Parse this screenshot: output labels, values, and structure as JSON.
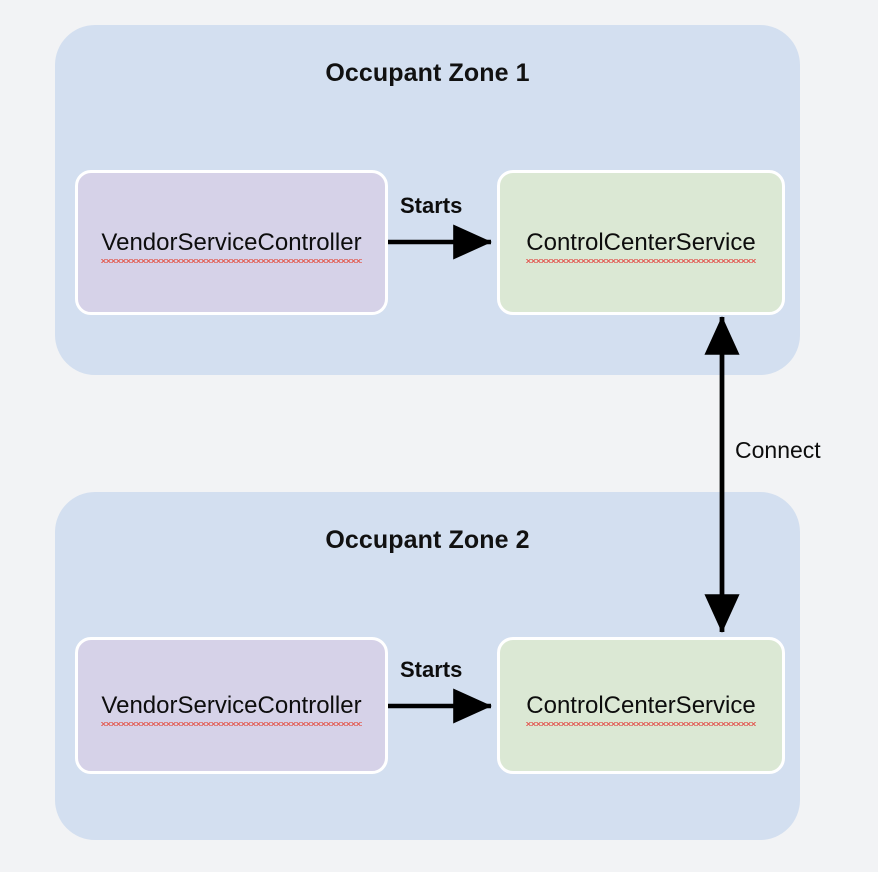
{
  "diagram": {
    "type": "architecture-block-diagram",
    "background_color": "#f2f3f5",
    "zones": [
      {
        "id": "zone-1",
        "title": "Occupant Zone 1",
        "color": "#d3dff0",
        "nodes": [
          {
            "id": "node-vendor-1",
            "label": "VendorServiceController",
            "color": "#d6d2e8",
            "spellcheck_underline": true
          },
          {
            "id": "node-control-1",
            "label": "ControlCenterService",
            "color": "#dbe8d4",
            "spellcheck_underline": true
          }
        ]
      },
      {
        "id": "zone-2",
        "title": "Occupant Zone 2",
        "color": "#d3dff0",
        "nodes": [
          {
            "id": "node-vendor-2",
            "label": "VendorServiceController",
            "color": "#d6d2e8",
            "spellcheck_underline": true
          },
          {
            "id": "node-control-2",
            "label": "ControlCenterService",
            "color": "#dbe8d4",
            "spellcheck_underline": true
          }
        ]
      }
    ],
    "edges": [
      {
        "id": "edge-starts-1",
        "label": "Starts",
        "from": "node-vendor-1",
        "to": "node-control-1",
        "direction": "single",
        "orientation": "horizontal",
        "color": "#000000"
      },
      {
        "id": "edge-starts-2",
        "label": "Starts",
        "from": "node-vendor-2",
        "to": "node-control-2",
        "direction": "single",
        "orientation": "horizontal",
        "color": "#000000"
      },
      {
        "id": "edge-connect",
        "label": "Connect",
        "from": "node-control-1",
        "to": "node-control-2",
        "direction": "double",
        "orientation": "vertical",
        "color": "#000000"
      }
    ]
  }
}
